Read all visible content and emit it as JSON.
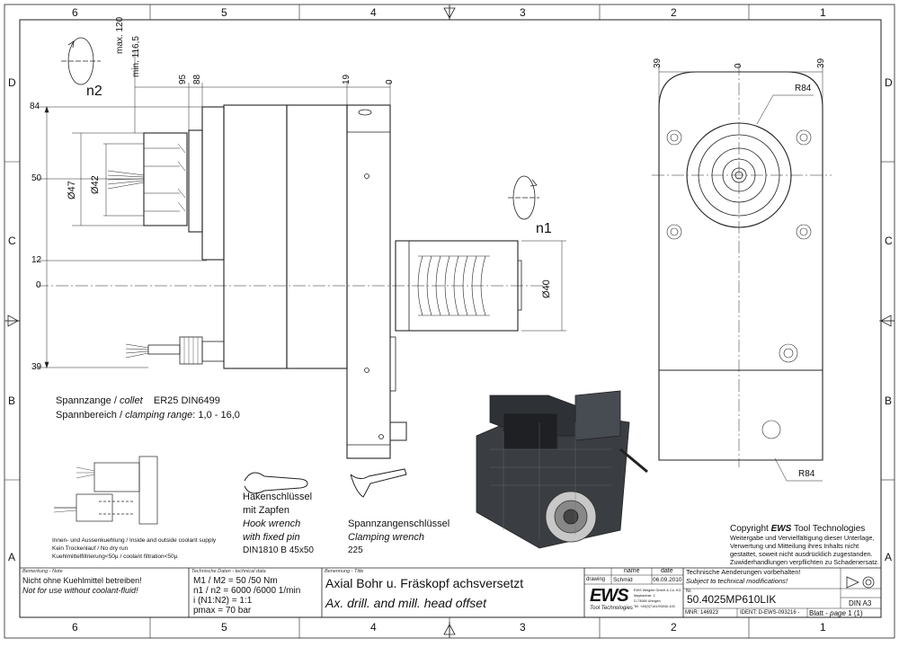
{
  "grid": {
    "columns": [
      "6",
      "5",
      "4",
      "3",
      "2",
      "1"
    ],
    "rows": [
      "D",
      "C",
      "B",
      "A"
    ]
  },
  "dimensions": {
    "left_stations": [
      "84",
      "50",
      "12",
      "0",
      "39"
    ],
    "top_max": "max. 120",
    "top_min": "min. 116,5",
    "top_95": "95",
    "top_88": "88",
    "top_19": "19",
    "top_0": "0",
    "d47": "Ø47",
    "d42": "Ø42",
    "d40": "Ø40",
    "right_39_left": "39",
    "right_0": "0",
    "right_39_right": "39",
    "r84_top": "R84",
    "r84_bottom": "R84"
  },
  "rotation_labels": {
    "n2": "n2",
    "n1": "n1"
  },
  "collet": {
    "line1_de": "Spannzange /",
    "line1_en": "collet",
    "line1_spec": "ER25    DIN6499",
    "line2_de": "Spannbereich /",
    "line2_en": "clamping range",
    "line2_val": ": 1,0 - 16,0"
  },
  "coolant_note": {
    "line1": "Innen- und Aussenkuehlung / Inside and outside coolant supply",
    "line2": "Kein Trockenlauf / No dry run",
    "line3": "Kuehlmittelfiltrierung<50µ / coolant filtration<50µ"
  },
  "hook_wrench": {
    "de1": "Hakenschlüssel",
    "de2": "mit Zapfen",
    "en1": "Hook wrench",
    "en2": "with fixed pin",
    "spec": "DIN1810 B 45x50"
  },
  "clamping_wrench": {
    "de": "Spannzangenschlüssel",
    "en": "Clamping wrench",
    "spec": "225"
  },
  "copyright": {
    "line1_pre": "Copyright ",
    "line1_brand": "EWS",
    "line1_post": " Tool Technologies",
    "line2": "Weitergabe und Vervielfältigung dieser Unterlage,",
    "line3": "Verwertung und Mitteilung ihres Inhalts nicht",
    "line4": "gestattet, soweit nicht ausdrücklich zugestanden.",
    "line5": "Zuwiderhandlungen verpflichten zu Schadenersatz."
  },
  "title_block": {
    "remark_label": "Bemerkung - Note",
    "remark_de": "Nicht ohne Kuehlmittel betreiben!",
    "remark_en": "Not for use without coolant-fluid!",
    "tech_label": "Technische Daten - technical data",
    "tech_m": "M1 / M2 = 50  /50  Nm",
    "tech_n": "n1 / n2 = 6000 /6000  1/min",
    "tech_i": "i  (N1:N2) = 1:1",
    "tech_p": "pmax      = 70  bar",
    "name_label": "Benennung - Title",
    "title_de": "Axial Bohr u. Fräskopf achsversetzt",
    "title_en": "Ax. drill. and mill. head offset",
    "col_name": "name",
    "col_date": "date",
    "row_drawing": "drawing",
    "drawer": "Schmid",
    "date": "06.09.2010",
    "logo": "EWS",
    "logo_sub": "Tool Technologies",
    "company1": "EWS Weigele GmbH & Co. KG",
    "company2": "Maybachstr. 1",
    "company3": "D-73066 Uhingen",
    "company4": "Tel. +49(0)7161/93040-100",
    "change_de": "Technische Aenderungen vorbehalten!",
    "change_en": "Subject to technical modifications!",
    "nr_label": "Nr.",
    "part_no": "50.4025MP610LIK",
    "din": "DIN A3",
    "mnr": "MNR: 146923",
    "ident": "IDENT: D-EWS-093216 -",
    "sheet_de": "Blatt -",
    "sheet_en": "page",
    "sheet_val": "1 (1)"
  }
}
